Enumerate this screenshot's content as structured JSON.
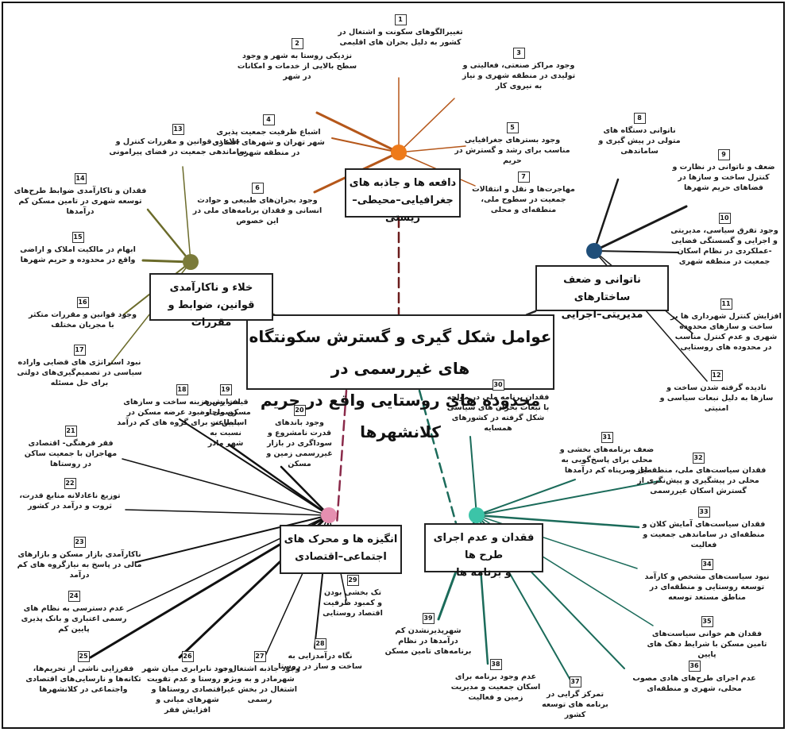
{
  "central": {
    "line1": "عوامل شکل گیری و گسترش سکونتگاه های غیررسمی در",
    "line2": "محدوده های روستایی واقع در حریم کلانشهرها"
  },
  "hubs": {
    "top": {
      "line1": "دافعه ها و جاذبه های",
      "line2": "جغرافیایی–محیطی– زیستی",
      "dot_color": "#ee7a1a",
      "line_color": "#b5571a"
    },
    "right": {
      "line1": "ناتوانی و ضعف ساختارهای",
      "line2": "مدیریتی–اجرایی",
      "dot_color": "#1f4e79",
      "line_color": "#1a1a1a"
    },
    "left": {
      "line1": "خلاء و ناکارآمدی",
      "line2": "قوانین، ضوابط و مقررات",
      "dot_color": "#7b7b3a",
      "line_color": "#6b6b2a"
    },
    "bottom_left": {
      "line1": "انگیزه ها و محرک های",
      "line2": "اجتماعی–اقتصادی",
      "dot_color": "#e58fb0",
      "line_color": "#111111"
    },
    "bottom_right": {
      "line1": "فقدان و عدم اجرای طرح ها",
      "line2": "و برنامه ها",
      "dot_color": "#3cc4a8",
      "line_color": "#1b6b5a"
    }
  },
  "notes": [
    {
      "num": "1",
      "text": "تغییرالگوهای سکونت و اشتغال در کشور به دلیل بحران های اقلیمی"
    },
    {
      "num": "2",
      "text": "نزدیکی روستا به شهر و وجود سطح بالایی از خدمات و امکانات در شهر"
    },
    {
      "num": "3",
      "text": "وجود مراکز صنعتی، فعالیتی و تولیدی در منطقه شهری و نیاز به نیروی کار"
    },
    {
      "num": "4",
      "text": "اشباع ظرفیت جمعیت پذیری شهر تهران و شهرهای اقماری در منطقه شهری"
    },
    {
      "num": "5",
      "text": "وجود بسترهای جغرافیایی مناسب برای رشد و گسترش در حریم"
    },
    {
      "num": "6",
      "text": "وجود بحران‌های طبیعی و حوادث انسانی و فقدان برنامه‌های ملی در این خصوص"
    },
    {
      "num": "7",
      "text": "مهاجرت‌ها و نقل و انتقالات جمعیت در سطوح ملی، منطقه‌ای و محلی"
    },
    {
      "num": "8",
      "text": "ناتوانی دستگاه های متولی در پیش گیری و ساماندهی"
    },
    {
      "num": "9",
      "text": "ضعف و ناتوانی در نظارت و کنترل ساخت و سازها در فضاهای حریم شهرها"
    },
    {
      "num": "10",
      "text": "وجود تفرق سیاسی، مدیریتی و اجرایی و گسستگی فضایی -عملکردی در نظام اسکان جمعیت در منطقه شهری"
    },
    {
      "num": "11",
      "text": "افزایش کنترل شهرداری ها بر ساخت و سازهای محدوده شهری و عدم کنترل مناسب در محدوده های روستایی"
    },
    {
      "num": "12",
      "text": "نادیده گرفته شدن ساخت و سازها به دلیل نبعات سیاسی و امنیتی"
    },
    {
      "num": "13",
      "text": "خلاء در قوانین و مقررات کنترل و ساماندهی جمعیت در فضای پیرامونی"
    },
    {
      "num": "14",
      "text": "فقدان و ناکارآمدی ضوابط طرح‌های توسعه شهری در تامین مسکن کم درآمدها"
    },
    {
      "num": "15",
      "text": "ابهام در مالکیت املاک و اراضی واقع در محدوده و حریم شهرها"
    },
    {
      "num": "16",
      "text": "وجود قوانین و مقررات متکثر با مجریان مختلف"
    },
    {
      "num": "17",
      "text": "نبود استراتژی های قضایی واراده سیاسی در تصمیم‌گیری‌های دولتی برای حل مسئله"
    },
    {
      "num": "18",
      "text": "افزایش هزینه ساخت و سازهای رسمی و نبود عرضه مسکن در استطاعت برای گروه های کم درآمد"
    },
    {
      "num": "19",
      "text": "قیمت زمین، مسکن واجاره پایین تر نسبت به شهر مادر"
    },
    {
      "num": "20",
      "text": "وجود باندهای قدرت نامشروع و سوداگری در بازار غیررسمی زمین و مسکن"
    },
    {
      "num": "21",
      "text": "فقر فرهنگی- اقتصادی مهاجران با جمعیت ساکن در روستاها"
    },
    {
      "num": "22",
      "text": "توزیع ناعادلانه منابع قدرت، ثروت و درآمد در کشور"
    },
    {
      "num": "23",
      "text": "ناکارآمدی بازار مسکن و بازارهای مالی در پاسخ به نیازگروه های کم درآمد"
    },
    {
      "num": "24",
      "text": "عدم دسترسی به نظام های رسمی اعتباری و بانک پذیری پایین کم"
    },
    {
      "num": "25",
      "text": "فقرزایی ناشی از تحریم‌ها، تکانه‌ها و نارسایی‌های اقتصادی واجتماعی در کلانشهرها"
    },
    {
      "num": "26",
      "text": "وجود نابرابری میان شهر و روستا و عدم تقویت اقتصادی روستاها و شهرهای میانی و افزایش فقر"
    },
    {
      "num": "27",
      "text": "وجود جاذبه اشتغال در شهرمادر و به ویژه اشتغال در بخش غیر رسمی"
    },
    {
      "num": "28",
      "text": "نگاه درآمدزایی به ساخت و ساز در روستا"
    },
    {
      "num": "29",
      "text": "تک بخشی بودن و کمبود ظرفیت اقتصاد روستایی"
    },
    {
      "num": "30",
      "text": "فقدان برنامه ملی در مواجه با تبعات بحران های سیاسی شکل گرفته در کشورهای همسایه"
    },
    {
      "num": "31",
      "text": "ضعف برنامه‌های بخشی و محلی برای پاسخ‌گویی به نیاز سرپناه کم درآمدها"
    },
    {
      "num": "32",
      "text": "فقدان سیاست‌های ملی، منطقه‌ای و محلی در پیشگیری و پیش‌نگری از گسترش اسکان غیررسمی"
    },
    {
      "num": "33",
      "text": "فقدان سیاست‌های آمایش کلان و منطقه‌ای در ساماندهی جمعیت و فعالیت"
    },
    {
      "num": "34",
      "text": "نبود سیاست‌های مشخص و کارآمد توسعه روستایی و منطقه‌ای در مناطق مستعد توسعه"
    },
    {
      "num": "35",
      "text": "فقدان هم خوانی سیاست‌های تامین مسکن با شرایط دهک های پایین"
    },
    {
      "num": "36",
      "text": "عدم اجرای طرح‌های هادی مصوب محلی، شهری و منطقه‌ای"
    },
    {
      "num": "37",
      "text": "تمرکز گرایی در برنامه های توسعه کشور"
    },
    {
      "num": "38",
      "text": "عدم وجود برنامه برای اسکان جمعیت و مدیریت زمین و فعالیت"
    },
    {
      "num": "39",
      "text": "شهرپذیرنشدن کم درآمدها در نظام برنامه‌های تامین مسکن"
    }
  ]
}
